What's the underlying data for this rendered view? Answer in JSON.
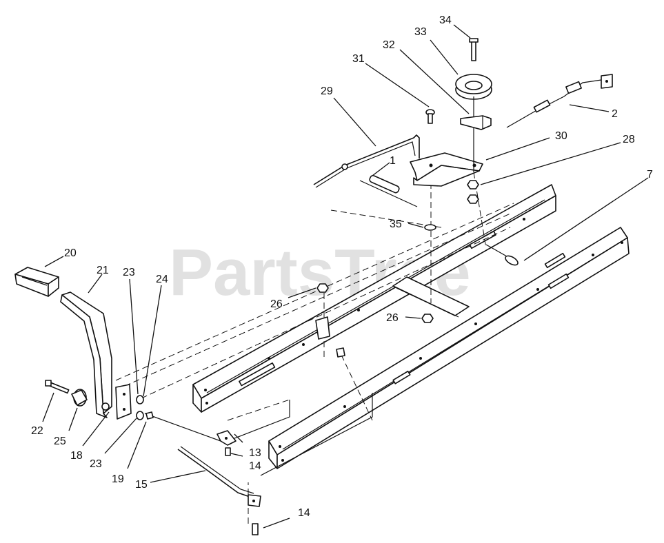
{
  "watermark": "PartsTree",
  "callouts": {
    "c1": "1",
    "c2": "2",
    "c7": "7",
    "c13": "13",
    "c14a": "14",
    "c14b": "14",
    "c15": "15",
    "c18": "18",
    "c19": "19",
    "c20": "20",
    "c21": "21",
    "c22": "22",
    "c23a": "23",
    "c23b": "23",
    "c24": "24",
    "c25": "25",
    "c26a": "26",
    "c26b": "26",
    "c28": "28",
    "c29": "29",
    "c30": "30",
    "c31": "31",
    "c32": "32",
    "c33": "33",
    "c34": "34",
    "c35": "35"
  }
}
